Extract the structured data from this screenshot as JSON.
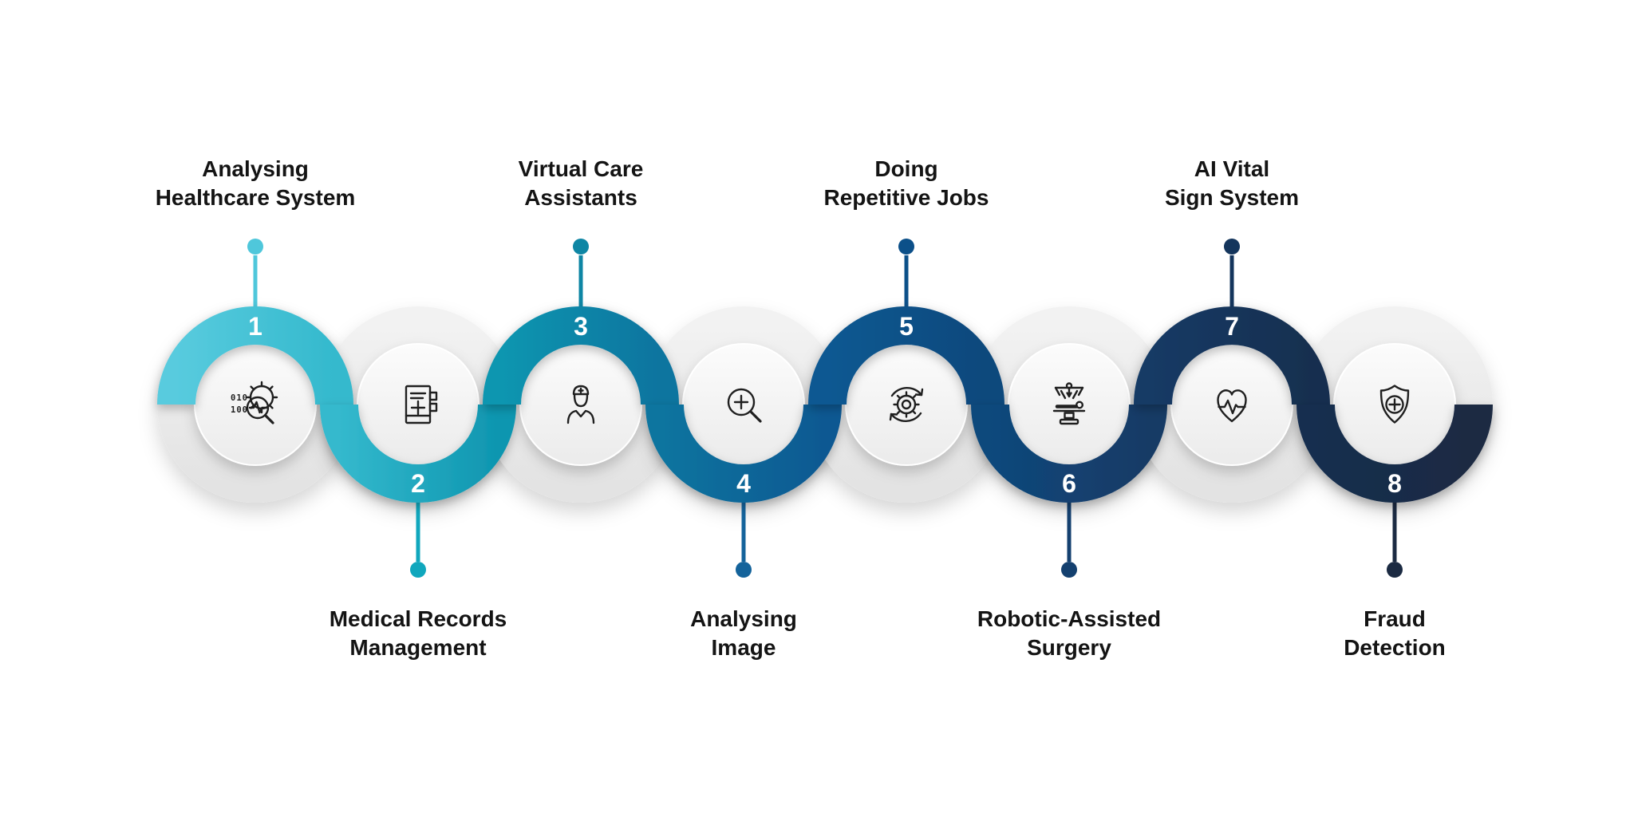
{
  "page": {
    "background": "#ffffff",
    "title": "AI in Healthcare process infographic"
  },
  "style": {
    "ring_gray_top": "#f2f2f2",
    "ring_gray_bottom": "#e3e3e3",
    "inner_circle_top": "#fcfcfc",
    "inner_circle_bottom": "#ebebeb",
    "label_color": "#141414",
    "number_color": "#ffffff",
    "icon_stroke": "#1f1f1f"
  },
  "steps": [
    {
      "number": "1",
      "label": "Analysing\nHealthcare System",
      "label_position": "top",
      "icon": "gear-binary-magnifier-icon",
      "icon_binary": [
        "010",
        "100"
      ],
      "color": "#4FC7DB",
      "band_from": "#58CBDE",
      "band_to": "#34B9CD"
    },
    {
      "number": "2",
      "label": "Medical Records\nManagement",
      "label_position": "bottom",
      "icon": "medical-record-book-icon",
      "color": "#10A7BD",
      "band_from": "#34B9CD",
      "band_to": "#0F96B0"
    },
    {
      "number": "3",
      "label": "Virtual Care\nAssistants",
      "label_position": "top",
      "icon": "nurse-icon",
      "color": "#0E86A4",
      "band_from": "#0F96B0",
      "band_to": "#11749F"
    },
    {
      "number": "4",
      "label": "Analysing\nImage",
      "label_position": "bottom",
      "icon": "magnifier-plus-icon",
      "color": "#14639B",
      "band_from": "#11749F",
      "band_to": "#105992"
    },
    {
      "number": "5",
      "label": "Doing\nRepetitive Jobs",
      "label_position": "top",
      "icon": "gear-cycle-arrows-icon",
      "color": "#0C5089",
      "band_from": "#105992",
      "band_to": "#10487C"
    },
    {
      "number": "6",
      "label": "Robotic-Assisted\nSurgery",
      "label_position": "bottom",
      "icon": "surgery-robot-table-icon",
      "color": "#14406F",
      "band_from": "#10487C",
      "band_to": "#143A65"
    },
    {
      "number": "7",
      "label": "AI Vital\nSign System",
      "label_position": "top",
      "icon": "heart-pulse-icon",
      "color": "#14355C",
      "band_from": "#143A65",
      "band_to": "#172F4F"
    },
    {
      "number": "8",
      "label": "Fraud\nDetection",
      "label_position": "bottom",
      "icon": "shield-plus-icon",
      "color": "#1B2A42",
      "band_from": "#172F4F",
      "band_to": "#1B2A42"
    }
  ]
}
